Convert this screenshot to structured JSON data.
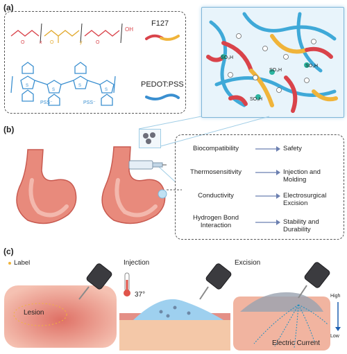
{
  "panel_a": {
    "label": "(a)",
    "f127_label": "F127",
    "pedot_label": "PEDOT:PSS",
    "chain_end": "OH",
    "repeat_x": "x",
    "repeat_y": "y",
    "pss_left": "PSS⁻",
    "pss_right": "PSS⁻",
    "so3h": "SO₃H"
  },
  "panel_b": {
    "label": "(b)",
    "properties": [
      {
        "property": "Biocompatibility",
        "result": "Safety"
      },
      {
        "property": "Thermosensitivity",
        "result": "Injection and Molding"
      },
      {
        "property": "Conductivity",
        "result": "Electrosurgical Excision"
      },
      {
        "property": "Hydrogen Bond Interaction",
        "result": "Stability and Durability"
      }
    ]
  },
  "panel_c": {
    "label": "(c)",
    "legend_label": "Label",
    "lesion": "Lesion",
    "injection": "Injection",
    "temperature": "37°",
    "excision": "Excision",
    "electric_current": "Electric Current",
    "high": "High",
    "low": "Low"
  },
  "colors": {
    "f127_red": "#d9434a",
    "f127_yellow": "#f0b43a",
    "pedot_blue": "#3a8fd0",
    "network_bg": "#e8f4fb",
    "tissue": "#e77b6a",
    "arrow": "#6b7fb0"
  }
}
